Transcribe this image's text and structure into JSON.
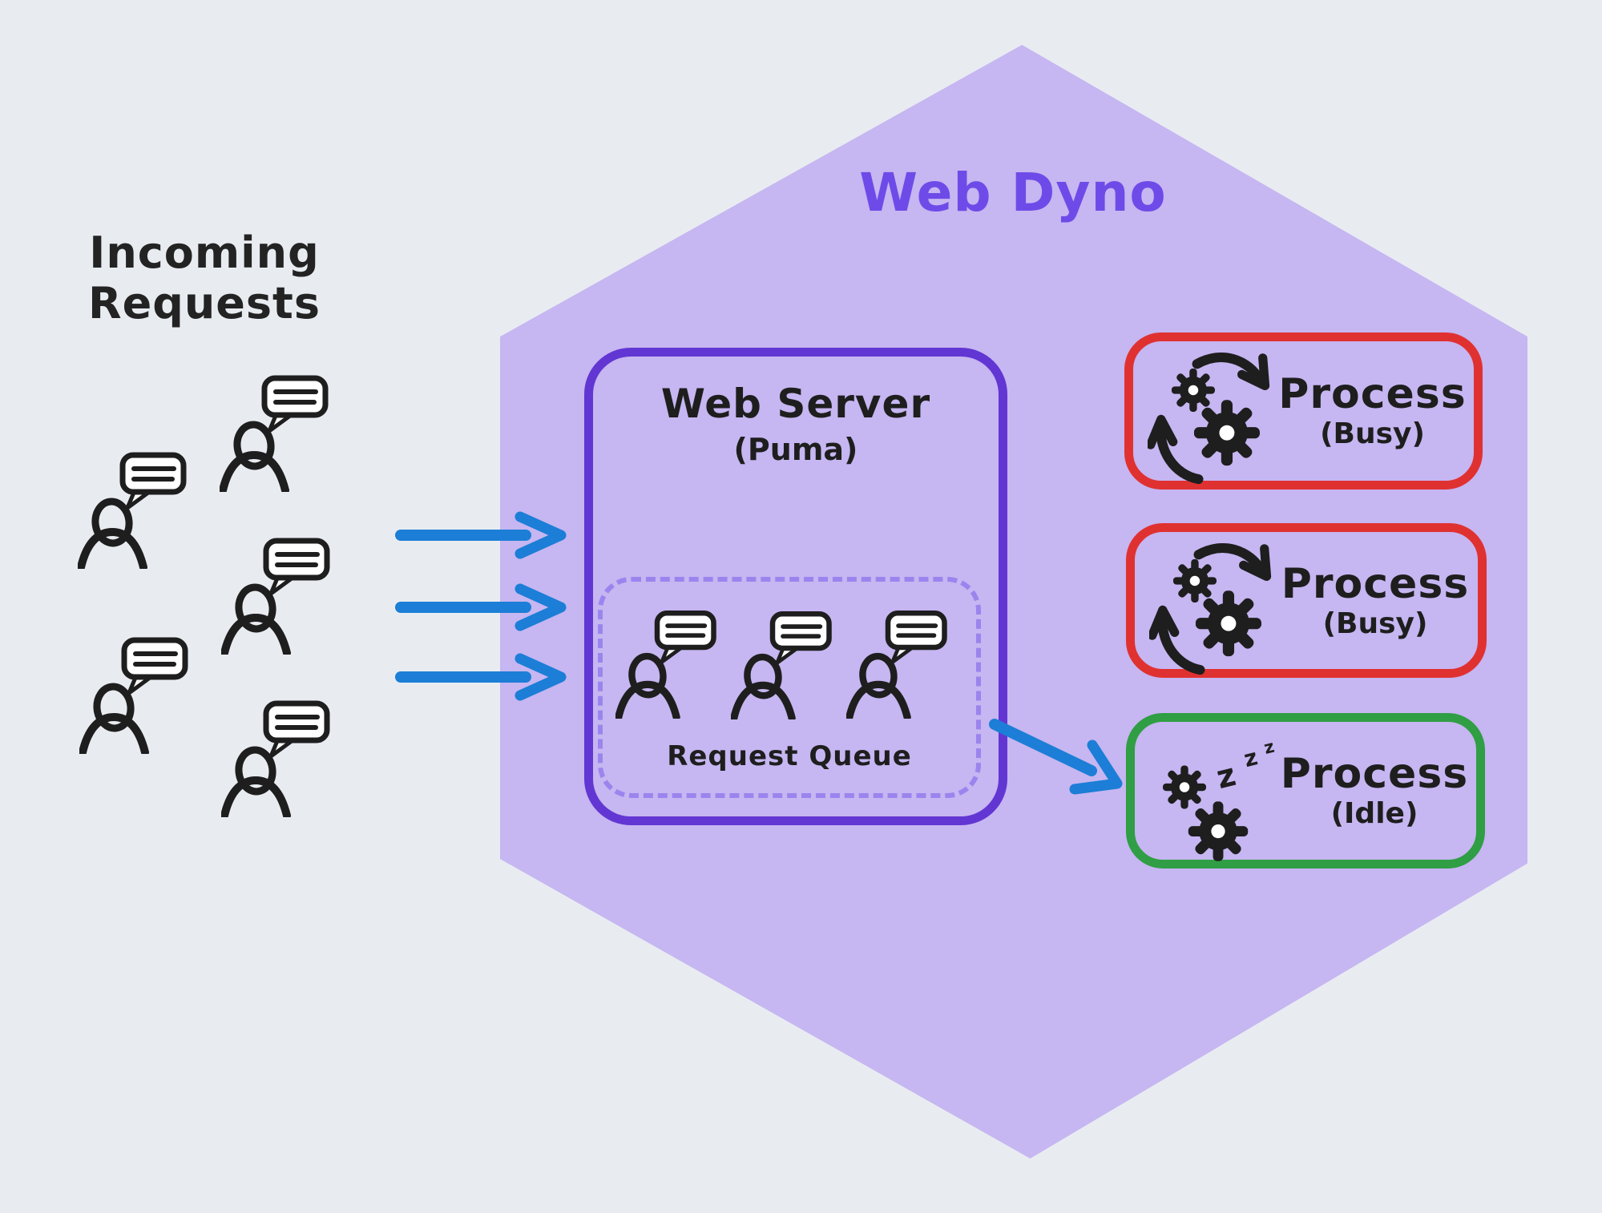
{
  "colors": {
    "canvas_bg": "#e8ecf1",
    "hexagon_fill": "#c6b6f1",
    "hexagon_label": "#6e4be8",
    "web_server_border": "#6236d3",
    "queue_border_dashed": "#9c84ee",
    "arrow_blue": "#1c7ed6",
    "busy_border_red": "#e03131",
    "idle_border_green": "#2f9e44",
    "ink_black": "#1e1e1e",
    "bubble_fill": "#ffffff"
  },
  "incoming": {
    "title_line1": "Incoming",
    "title_line2": "Requests",
    "people_count": 5,
    "icon": "person-with-speech-bubble-icon"
  },
  "web_dyno": {
    "label": "Web Dyno"
  },
  "web_server": {
    "title": "Web Server",
    "subtitle": "(Puma)"
  },
  "request_queue": {
    "label": "Request Queue",
    "queued_people_count": 3
  },
  "incoming_arrows": {
    "count": 3,
    "icon": "right-arrow-icon"
  },
  "dispatch_arrow": {
    "icon": "diagonal-arrow-icon",
    "from": "web-server",
    "to": "idle-process"
  },
  "processes": [
    {
      "label": "Process",
      "state": "(Busy)",
      "status": "busy",
      "icon": "gears-cycle-icon"
    },
    {
      "label": "Process",
      "state": "(Busy)",
      "status": "busy",
      "icon": "gears-cycle-icon"
    },
    {
      "label": "Process",
      "state": "(Idle)",
      "status": "idle",
      "icon": "gears-sleep-icon"
    }
  ],
  "idle_sleep": {
    "z1": "z",
    "z2": "z",
    "z3": "z"
  }
}
